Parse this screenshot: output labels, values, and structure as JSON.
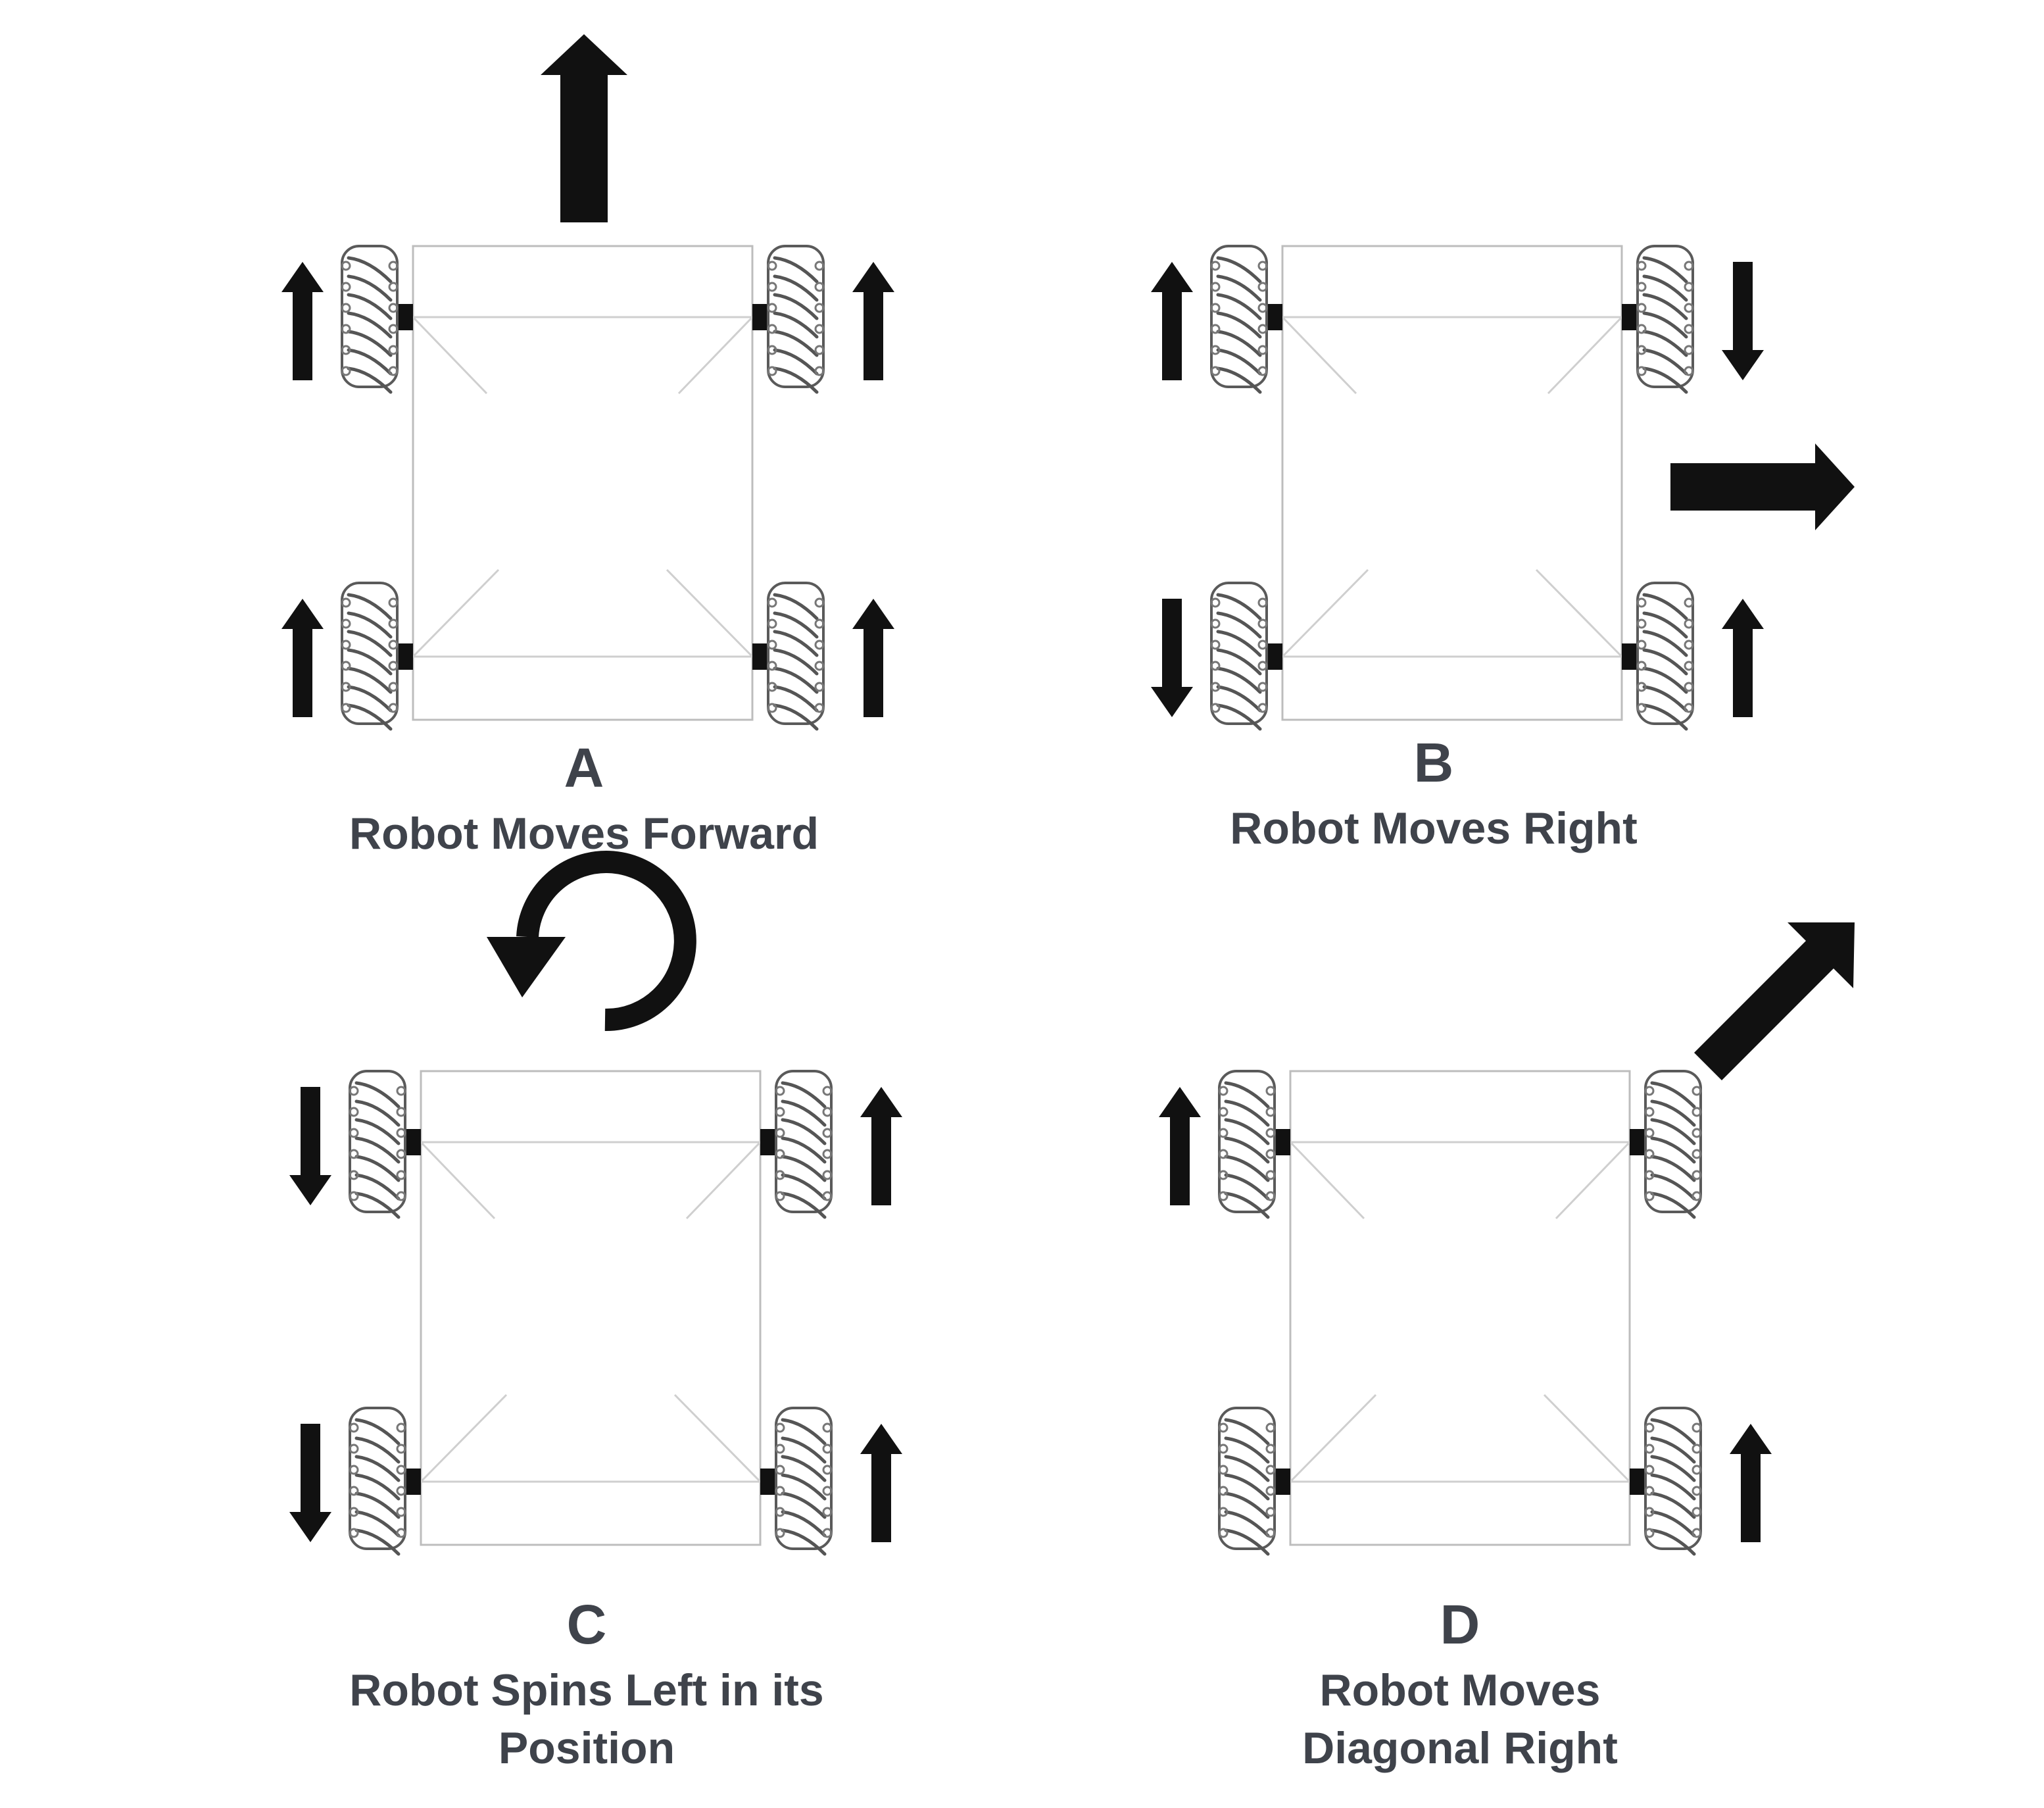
{
  "panels": [
    {
      "id": "A",
      "letter": "A",
      "caption_lines": [
        "Robot Moves Forward"
      ],
      "wheel_directions": {
        "front_left": "up",
        "front_right": "up",
        "rear_left": "up",
        "rear_right": "up"
      },
      "motion": "forward",
      "motion_icon": "arrow-up-icon"
    },
    {
      "id": "B",
      "letter": "B",
      "caption_lines": [
        "Robot Moves Right"
      ],
      "wheel_directions": {
        "front_left": "up",
        "front_right": "down",
        "rear_left": "down",
        "rear_right": "up"
      },
      "motion": "right",
      "motion_icon": "arrow-right-icon"
    },
    {
      "id": "C",
      "letter": "C",
      "caption_lines": [
        "Robot Spins Left in its",
        "Position"
      ],
      "wheel_directions": {
        "front_left": "down",
        "front_right": "up",
        "rear_left": "down",
        "rear_right": "up"
      },
      "motion": "spin-left",
      "motion_icon": "rotate-ccw-icon"
    },
    {
      "id": "D",
      "letter": "D",
      "caption_lines": [
        "Robot Moves",
        "Diagonal Right"
      ],
      "wheel_directions": {
        "front_left": "up",
        "front_right": "none",
        "rear_left": "none",
        "rear_right": "up"
      },
      "motion": "diagonal-right",
      "motion_icon": "arrow-diagonal-up-right-icon"
    }
  ],
  "colors": {
    "text": "#3f434b",
    "arrow": "#111111",
    "frame": "#bdbdbd"
  }
}
